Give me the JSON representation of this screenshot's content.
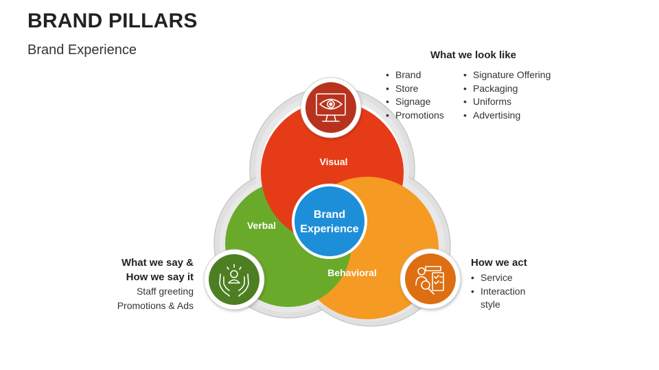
{
  "title": "BRAND PILLARS",
  "subtitle": "Brand Experience",
  "center": {
    "line1": "Brand",
    "line2": "Experience"
  },
  "segments": {
    "visual": {
      "label": "Visual",
      "color": "#e63b17"
    },
    "verbal": {
      "label": "Verbal",
      "color": "#6aaa2a"
    },
    "behavioral": {
      "label": "Behavioral",
      "color": "#f59a23"
    }
  },
  "icons": {
    "visual": {
      "name": "monitor-eye-icon",
      "color": "#b8331e"
    },
    "verbal": {
      "name": "hands-person-icon",
      "color": "#4d7f22"
    },
    "behavioral": {
      "name": "person-checklist-icon",
      "color": "#dd6f12"
    }
  },
  "what_we_look_like": {
    "heading": "What we look like",
    "col1": [
      "Brand",
      "Store",
      "Signage",
      "Promotions"
    ],
    "col2": [
      "Signature Offering",
      "Packaging",
      "Uniforms",
      "Advertising"
    ]
  },
  "what_we_say": {
    "heading_line1": "What we say &",
    "heading_line2": "How we say it",
    "line1": "Staff greeting",
    "line2": "Promotions & Ads"
  },
  "how_we_act": {
    "heading": "How we act",
    "item1": "Service",
    "item2_line1": "Interaction",
    "item2_line2": "style"
  }
}
